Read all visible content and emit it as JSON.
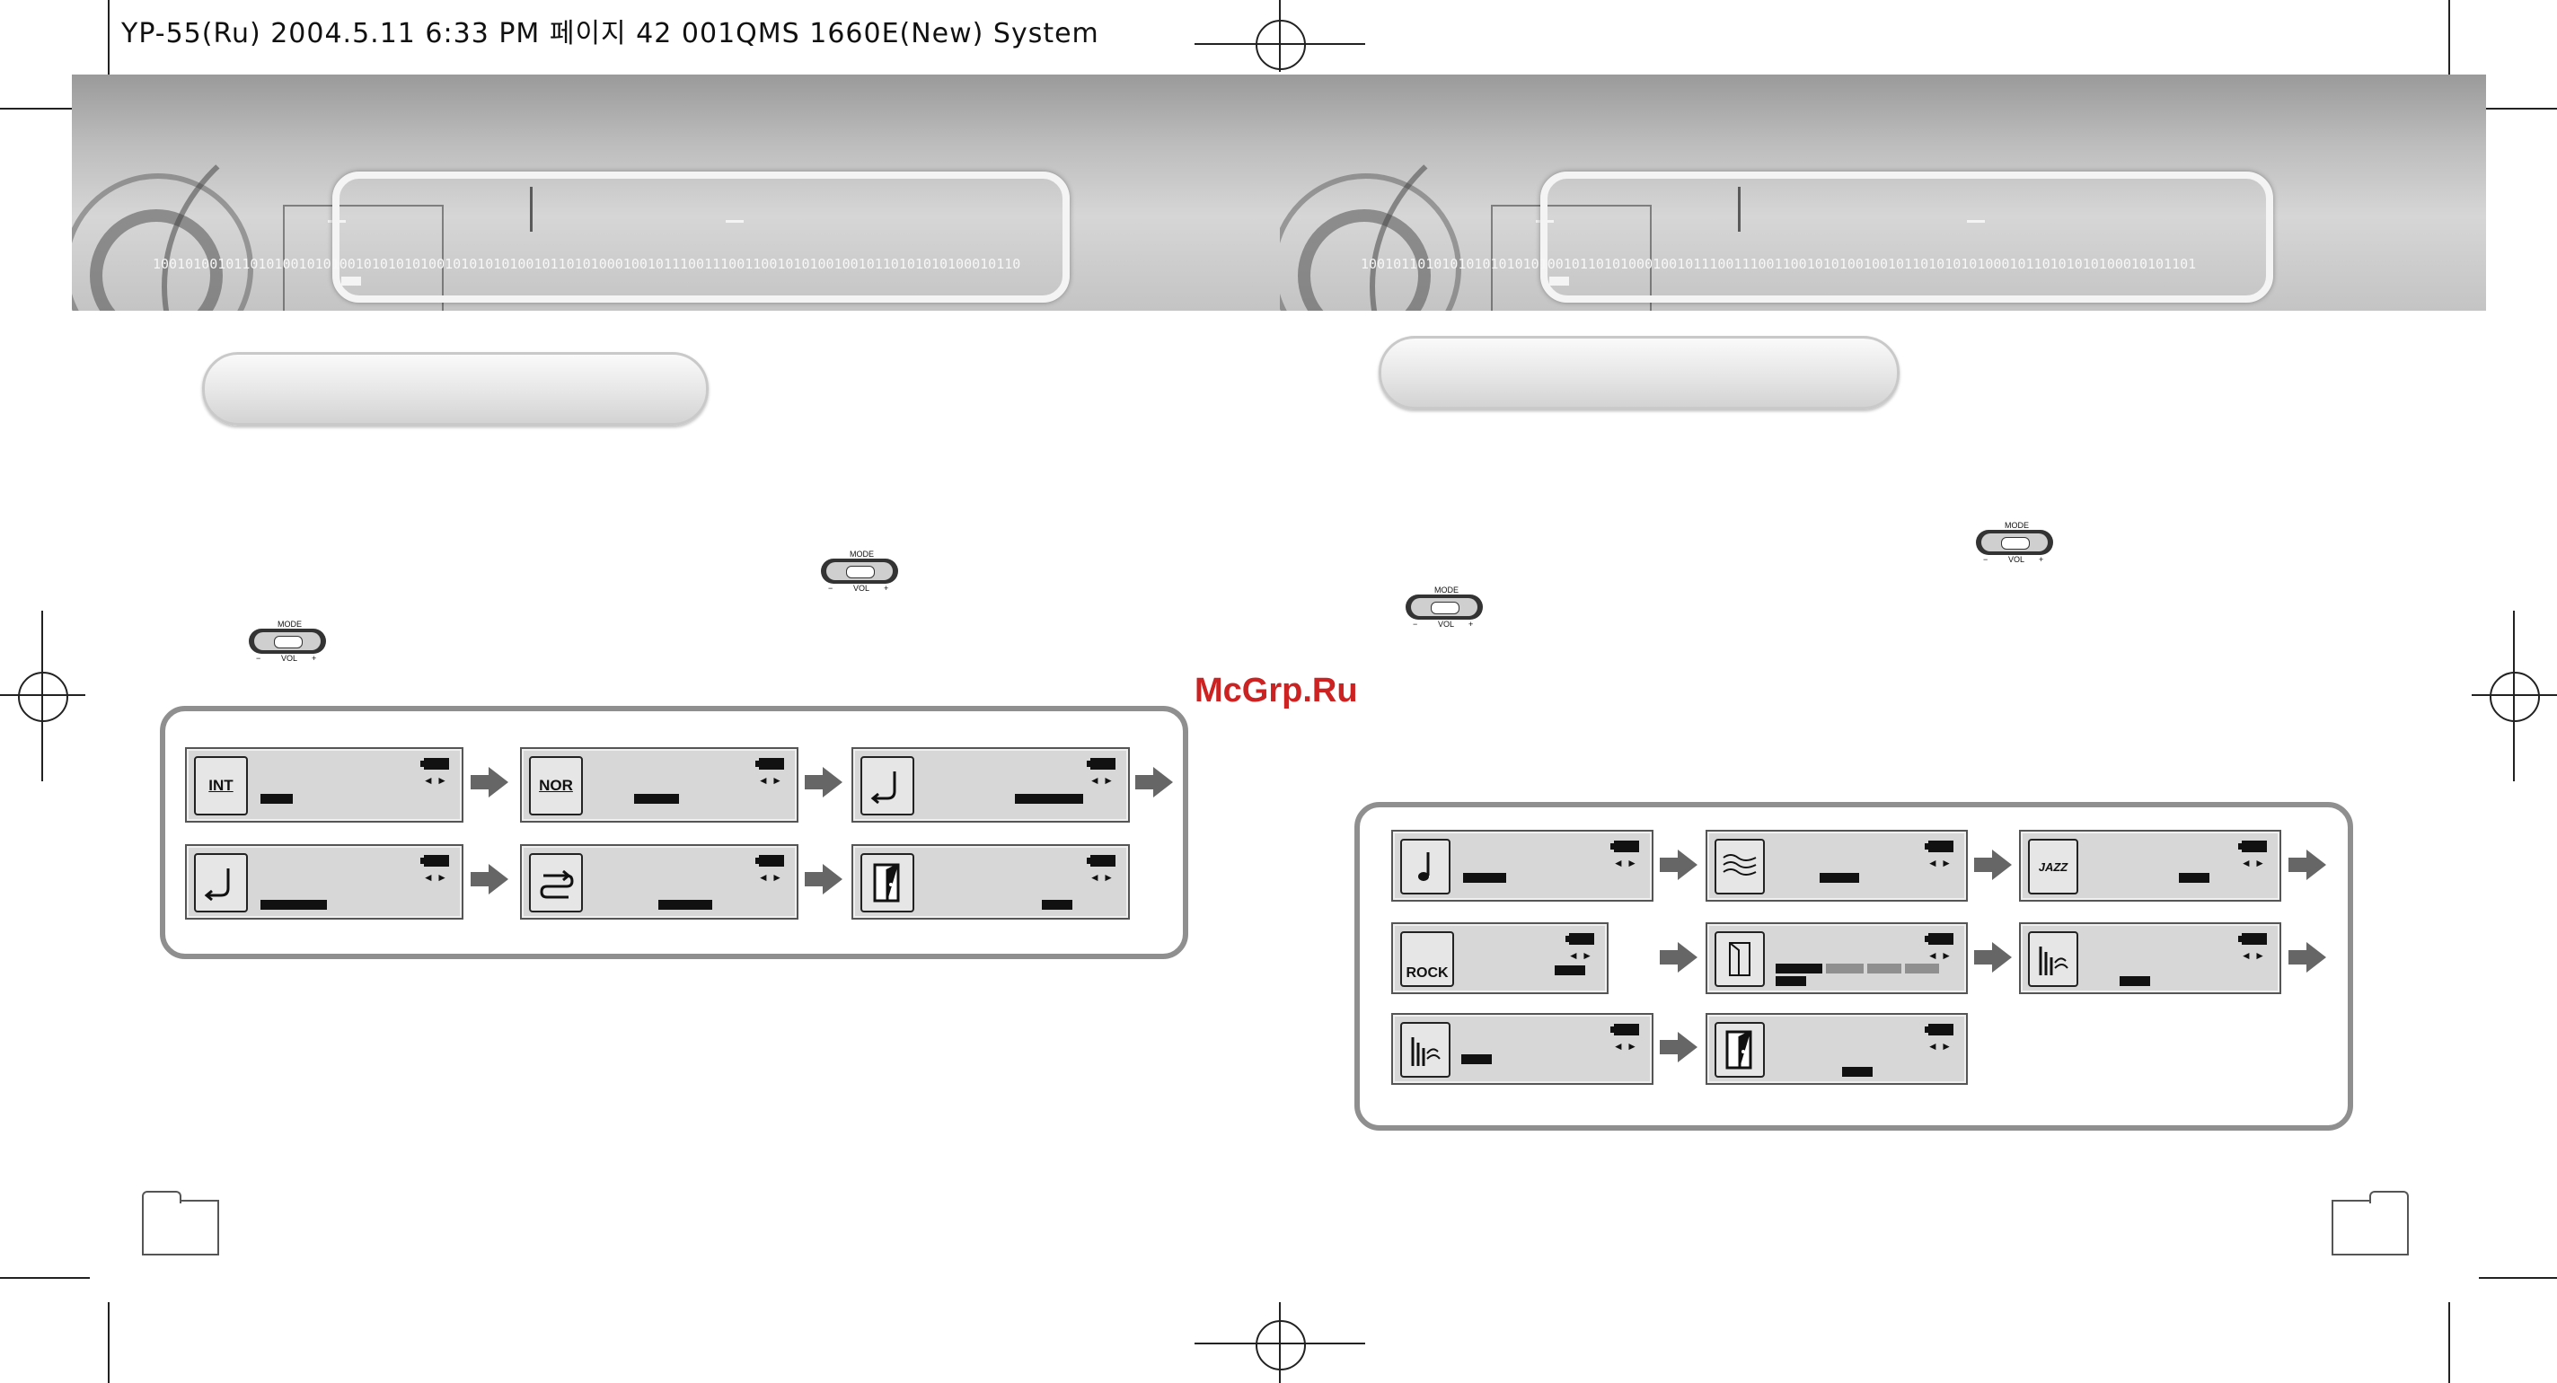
{
  "slug_line": "YP-55(Ru)  2004.5.11 6:33 PM 페이지 42   001QMS 1660E(New) System",
  "watermark": "McGrp.Ru",
  "banner": {
    "binary_left": "10010100101101010010101001010101010010101010100101101010001001011100111001100101010010010110101010100010110",
    "binary_right": "1001011010101010101010100101101010001001011100111001100101010010010110101010100010110101010100010101101"
  },
  "jog_labels": {
    "mode": "MODE",
    "vol": "VOL",
    "minus": "−",
    "plus": "+"
  },
  "left_panel": {
    "icons": [
      "INT",
      "NOR",
      "repeat-one-icon",
      "repeat-all-icon",
      "shuffle-icon",
      "exit-door-icon"
    ],
    "labels": {
      "int": "INT",
      "nor": "NOR"
    }
  },
  "right_panel": {
    "icons": [
      "note-icon",
      "classic-icon",
      "jazz-icon",
      "rock-icon",
      "user-eq-icon",
      "bass-icon",
      "3d-icon",
      "exit-door-icon"
    ],
    "labels": {
      "jazz": "JAZZ",
      "rock": "ROCK"
    }
  },
  "lcd_arrows": {
    "left": "◄ ►"
  },
  "colors": {
    "panel_border": "#8f8f8f",
    "lcd_bg": "#d7d7d7",
    "arrow": "#666666",
    "watermark": "#cc2222"
  }
}
